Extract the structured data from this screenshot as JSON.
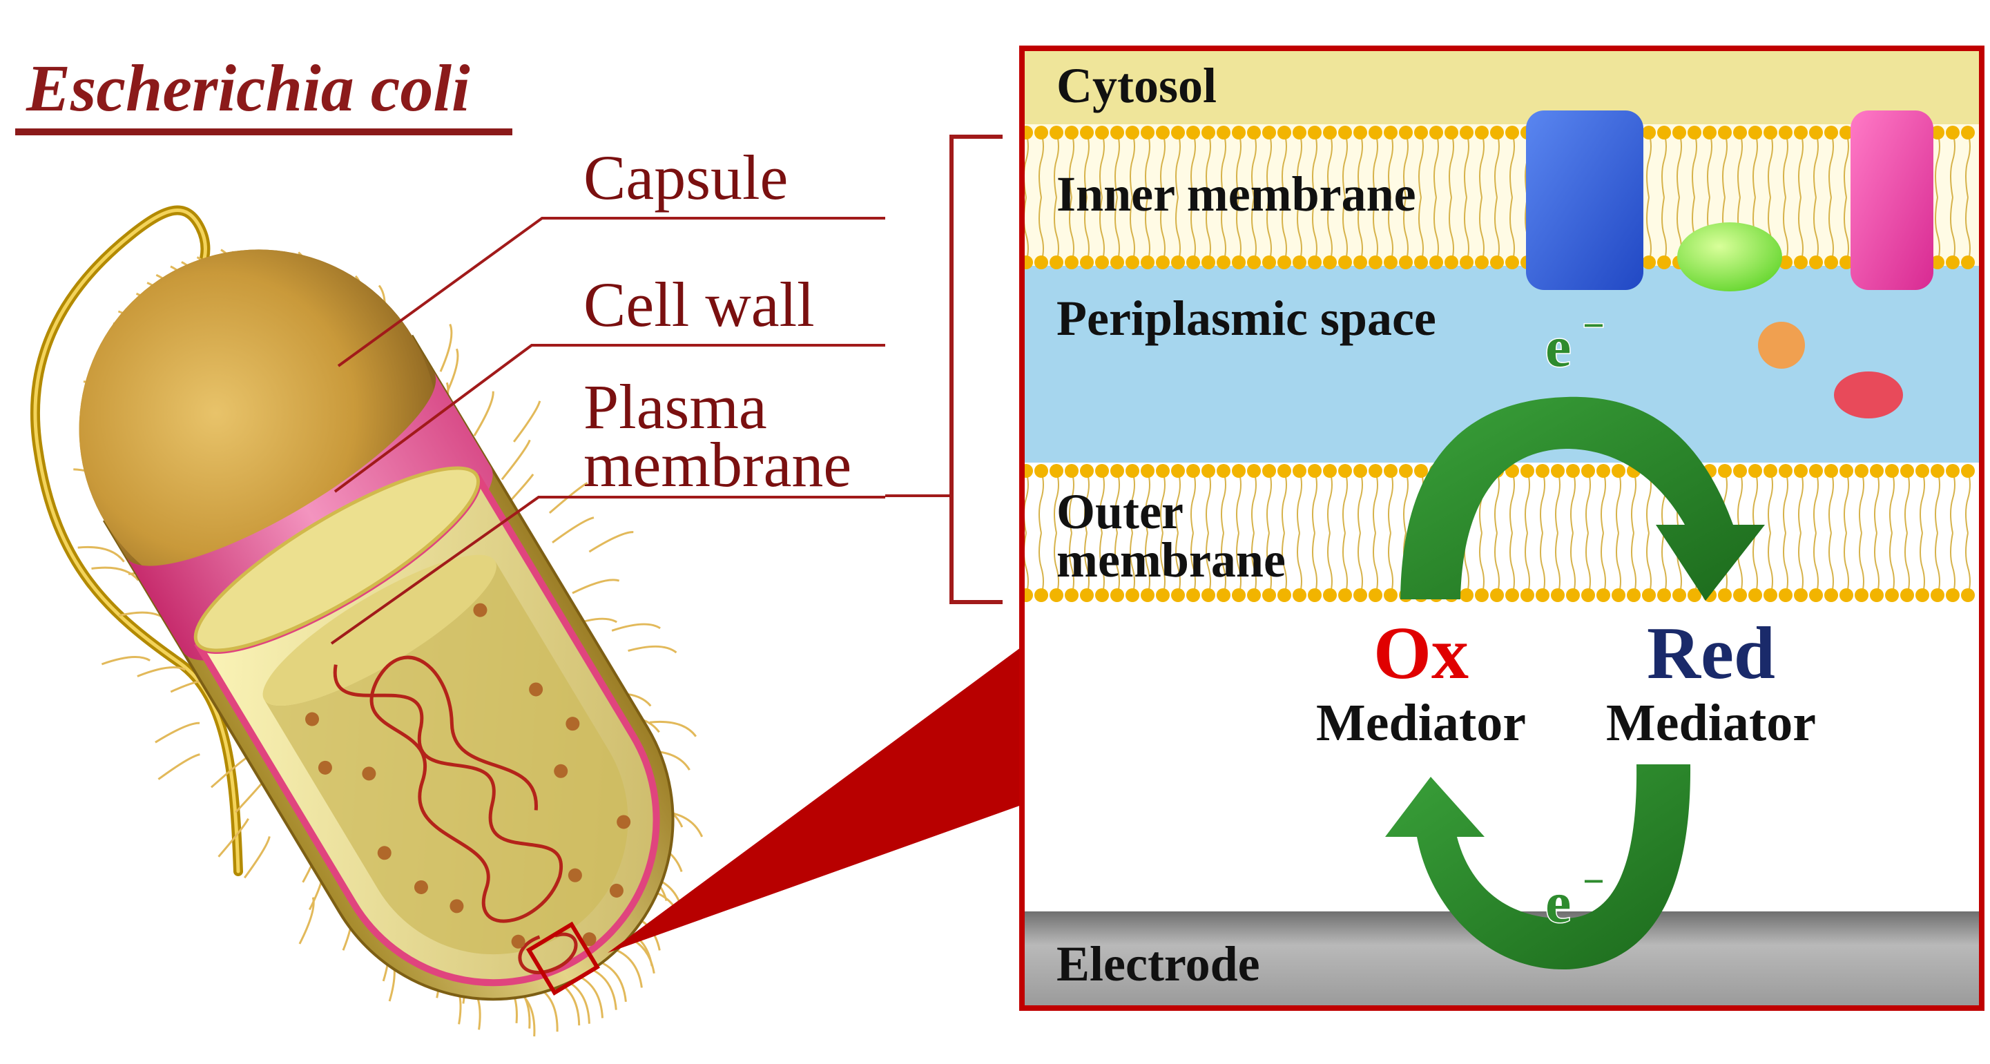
{
  "title": "Escherichia coli",
  "bacterium_labels": {
    "capsule": "Capsule",
    "cell_wall": "Cell wall",
    "plasma_line1": "Plasma",
    "plasma_line2": "membrane"
  },
  "panel": {
    "cytosol": "Cytosol",
    "inner_membrane": "Inner membrane",
    "periplasmic_space": "Periplasmic space",
    "outer_line1": "Outer",
    "outer_line2": "membrane",
    "electrode": "Electrode",
    "electron_top": "e",
    "electron_bottom": "e",
    "electron_sup": "−",
    "ox": "Ox",
    "red": "Red",
    "ox_sub": "Mediator",
    "red_sub": "Mediator"
  },
  "colors": {
    "brand_red": "#8b1a1a",
    "frame_red": "#c00000",
    "cytosol": "#efe59a",
    "periplasm": "#a6d6ee",
    "lipid_head": "#f2b400",
    "arrow_green": "#2e8b2e",
    "ox_red": "#e00000",
    "red_navy": "#1a2a6a",
    "electrode_gray": "#a8a8a8",
    "protein_blue": "#3a6ee0",
    "protein_pink": "#f050b0",
    "protein_green": "#88ee44",
    "orange_dot": "#f0a050",
    "red_pill": "#e84a5a"
  }
}
